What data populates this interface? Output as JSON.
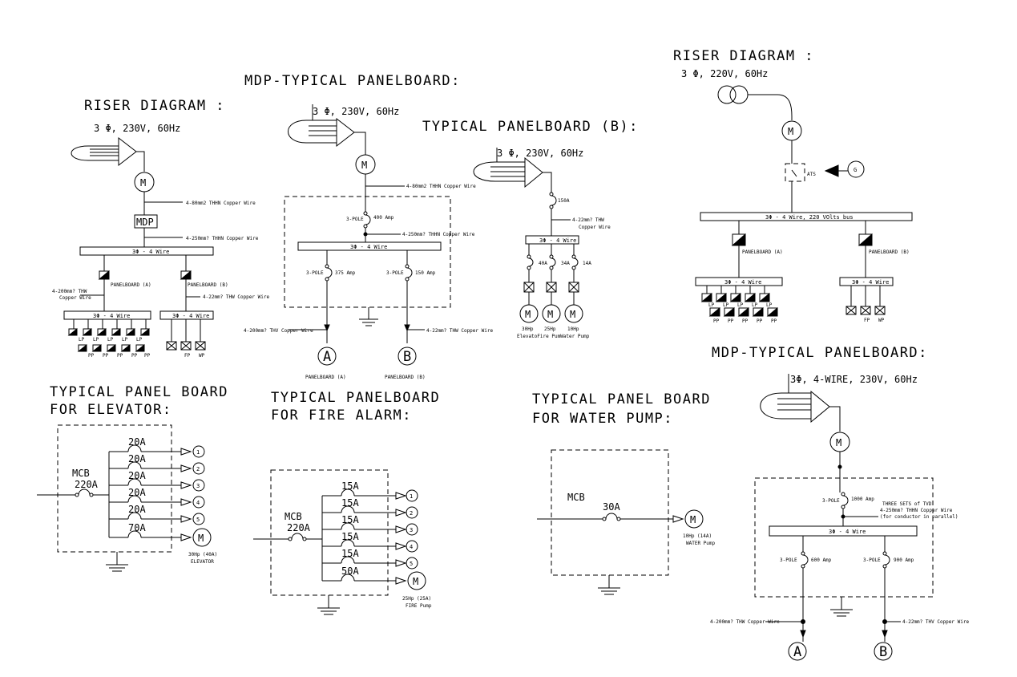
{
  "riser1": {
    "title": "RISER DIAGRAM :",
    "supply": "3 Φ, 230V, 60Hz",
    "meter": "M",
    "wire1": "4-80mm2 THHN Copper Wire",
    "mdp": "MDP",
    "wire2": "4-250mm? THHN Copper Wire",
    "bus": "3Φ - 4 Wire",
    "wire_a": "4-200mm? THW",
    "wire_a2": "Copper Wire",
    "panel_a": "PANELBOARD (A)",
    "panel_b": "PANELBOARD (B)",
    "wire_b": "4-22mm? THW Copper Wire",
    "bus_a": "3Φ - 4 Wire",
    "bus_b": "3Φ - 4 Wire",
    "lp": "LP",
    "pp": "PP",
    "fp": "FP",
    "wp": "WP"
  },
  "mdp1": {
    "title": "MDP-TYPICAL PANELBOARD:",
    "supply": "3 Φ, 230V, 60Hz",
    "meter": "M",
    "wire_in": "4-80mm2 THHN Copper Wire",
    "pole_main": "3-POLE",
    "amp_main": "400 Amp",
    "wire_main": "4-250mm? THHN Copper Wire",
    "bus": "3Φ - 4 Wire",
    "pole_a": "3-POLE",
    "amp_a": "375 Amp",
    "pole_b": "3-POLE",
    "amp_b": "150 Amp",
    "wire_a": "4-200mm? THV Copper Wire",
    "wire_b": "4-22mm? THW Copper Wire",
    "out_a": "A",
    "out_b": "B",
    "label_a": "PANELBOARD (A)",
    "label_b": "PANELBOARD (B)"
  },
  "panelb": {
    "title": "TYPICAL PANELBOARD (B):",
    "supply": "3 Φ, 230V, 60Hz",
    "main_amp": "150A",
    "wire": "4-22mm? THW",
    "wire2": "Copper Wire",
    "bus": "3Φ - 4 Wire",
    "amps": [
      "40A",
      "34A",
      "14A"
    ],
    "hp": [
      "30Hp",
      "25Hp",
      "10Hp"
    ],
    "loads": "ElevatoFire PumWater Pump"
  },
  "riser2": {
    "title": "RISER DIAGRAM :",
    "supply": "3 Φ, 220V, 60Hz",
    "meter": "M",
    "ats": "ATS",
    "gen": "G",
    "bus": "3Φ - 4 Wire, 220 VOlts bus",
    "panel_a": "PANELBOARD (A)",
    "panel_b": "PANELBOARD (B)",
    "bus_a": "3Φ - 4 Wire",
    "bus_b": "3Φ - 4 Wire",
    "lp": "LP",
    "pp": "PP",
    "fp": "FP",
    "wp": "WP"
  },
  "elevator": {
    "title1": "TYPICAL PANEL BOARD",
    "title2": "FOR ELEVATOR:",
    "mcb": "MCB",
    "mcb_amp": "220A",
    "amps": [
      "20A",
      "20A",
      "20A",
      "20A",
      "20A",
      "70A"
    ],
    "outs": [
      "1",
      "2",
      "3",
      "4",
      "5"
    ],
    "motor": "M",
    "motor_label": "30Hp (40A)",
    "motor_label2": "ELEVATOR"
  },
  "firealarm": {
    "title1": "TYPICAL PANELBOARD",
    "title2": "FOR FIRE ALARM:",
    "mcb": "MCB",
    "mcb_amp": "220A",
    "amps": [
      "15A",
      "15A",
      "15A",
      "15A",
      "15A",
      "50A"
    ],
    "outs": [
      "1",
      "2",
      "3",
      "4",
      "5"
    ],
    "motor": "M",
    "motor_label": "25Hp (25A)",
    "motor_label2": "FIRE Pump"
  },
  "waterpump": {
    "title1": "TYPICAL PANEL BOARD",
    "title2": "FOR WATER PUMP:",
    "mcb": "MCB",
    "amp": "30A",
    "motor": "M",
    "motor_label": "10Hp (14A)",
    "motor_label2": "WATER Pump"
  },
  "mdp2": {
    "title": "MDP-TYPICAL PANELBOARD:",
    "supply": "3Φ, 4-WIRE, 230V, 60Hz",
    "meter": "M",
    "pole_main": "3-POLE",
    "amp_main": "1000 Amp",
    "tvd1": "THREE SETS of TVD",
    "tvd2": "4-250mm? THHN Copper Wire",
    "tvd3": "(for conductor in parallel)",
    "bus": "3Φ - 4 Wire",
    "pole_a": "3-POLE",
    "amp_a": "600 Amp",
    "pole_b": "3-POLE",
    "amp_b": "900 Amp",
    "wire_a": "4-200mm? THW Copper Wire",
    "wire_b": "4-22mm? THV Copper Wire",
    "out_a": "A",
    "out_b": "B"
  }
}
